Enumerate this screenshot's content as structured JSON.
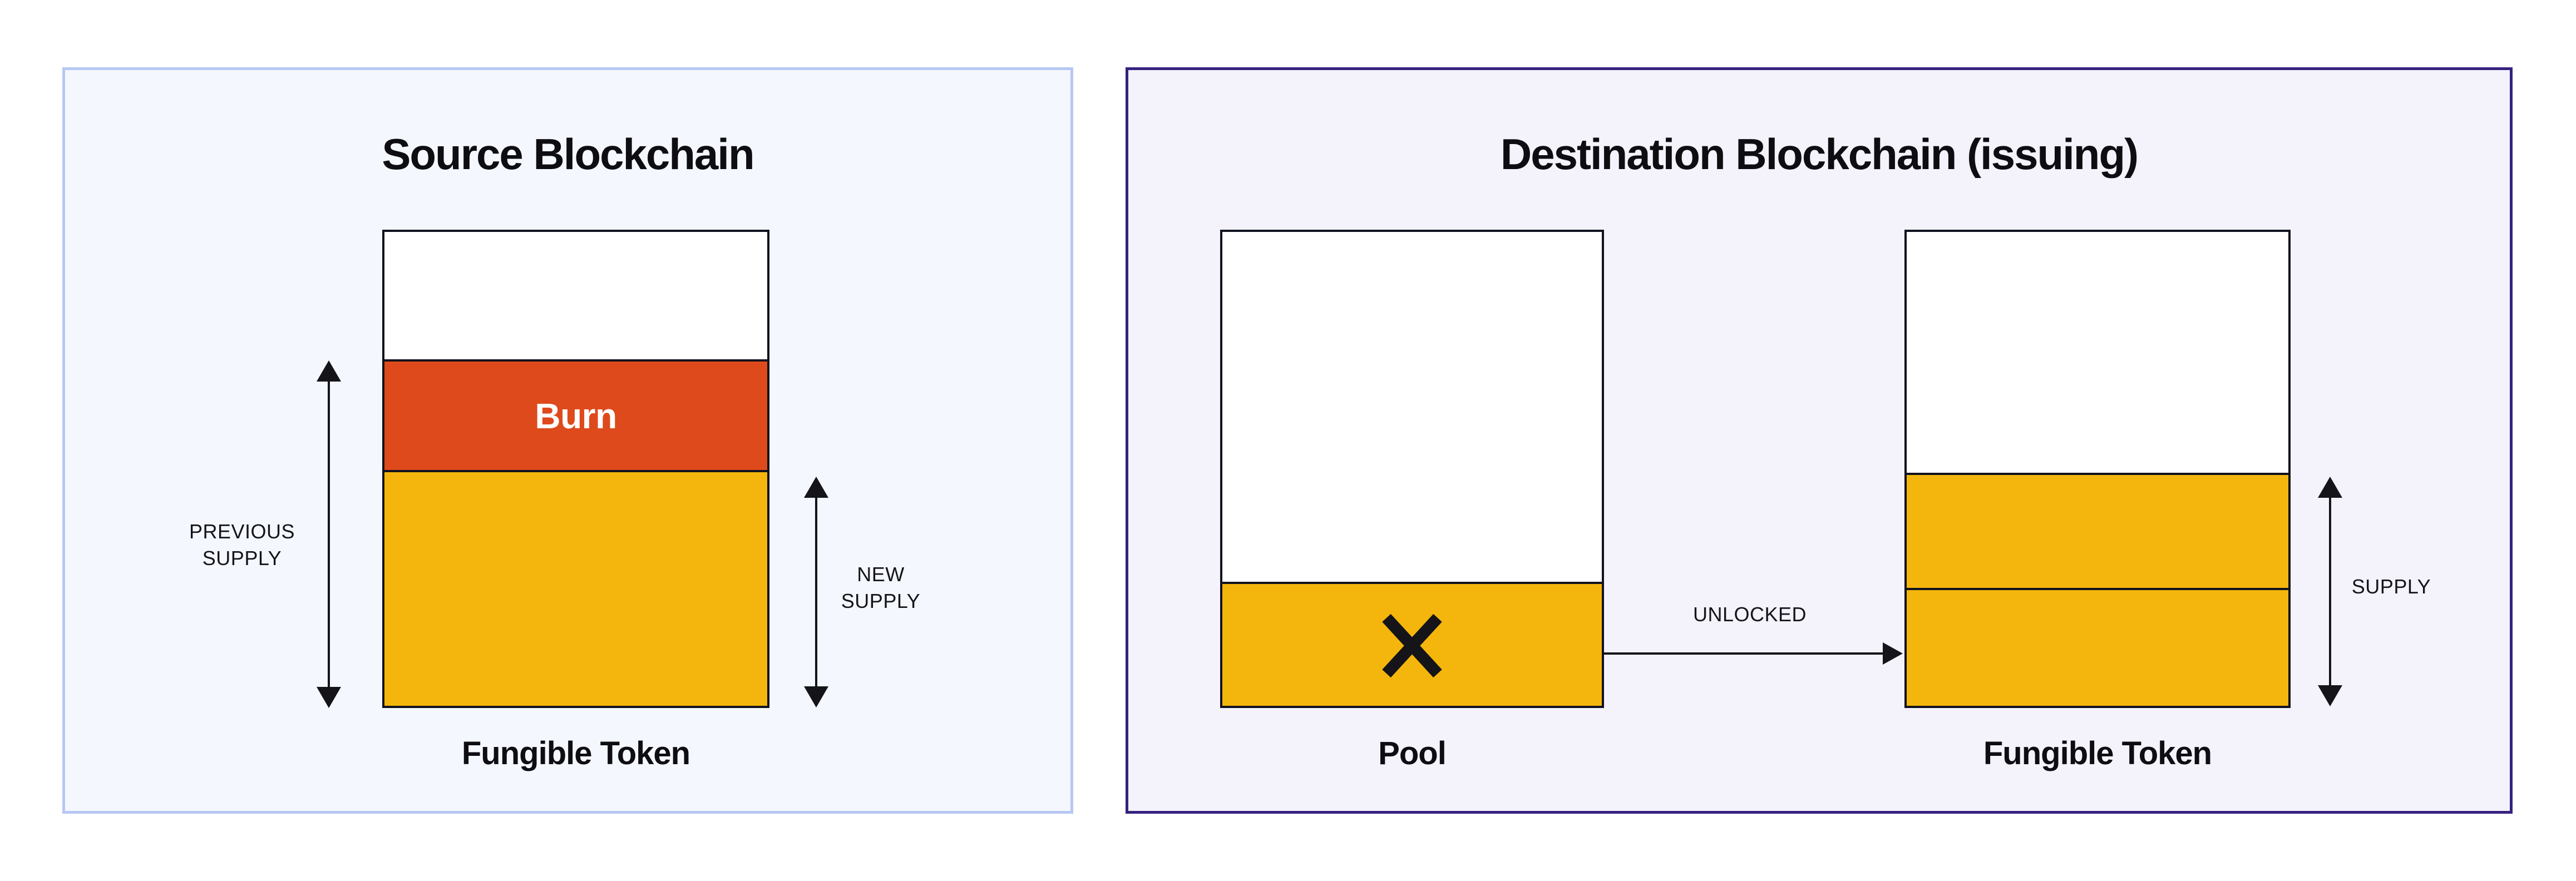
{
  "colors": {
    "page_bg": "#FFFFFF",
    "source_panel_bg": "#F4F7FD",
    "source_panel_border": "#B6C8F3",
    "destination_panel_bg": "#F4F2FB",
    "destination_panel_border": "#35227E",
    "bar_bg": "#FFFFFF",
    "bar_border": "#10121F",
    "burn_fill": "#DE4A1B",
    "burn_text": "#FFFFFF",
    "token_fill": "#F4B60C",
    "text": "#0D0D12",
    "arrow": "#141419"
  },
  "source_panel": {
    "title": "Source Blockchain",
    "bar_caption": "Fungible Token",
    "burn_section_label": "Burn",
    "previous_supply_label": [
      "PREVIOUS",
      "SUPPLY"
    ],
    "new_supply_label": [
      "NEW",
      "SUPPLY"
    ]
  },
  "destination_panel": {
    "title": "Destination Blockchain (issuing)",
    "pool_caption": "Pool",
    "token_caption": "Fungible Token",
    "unlocked_label": "UNLOCKED",
    "supply_label": "SUPPLY",
    "pool_icon": "x-cross-icon"
  }
}
